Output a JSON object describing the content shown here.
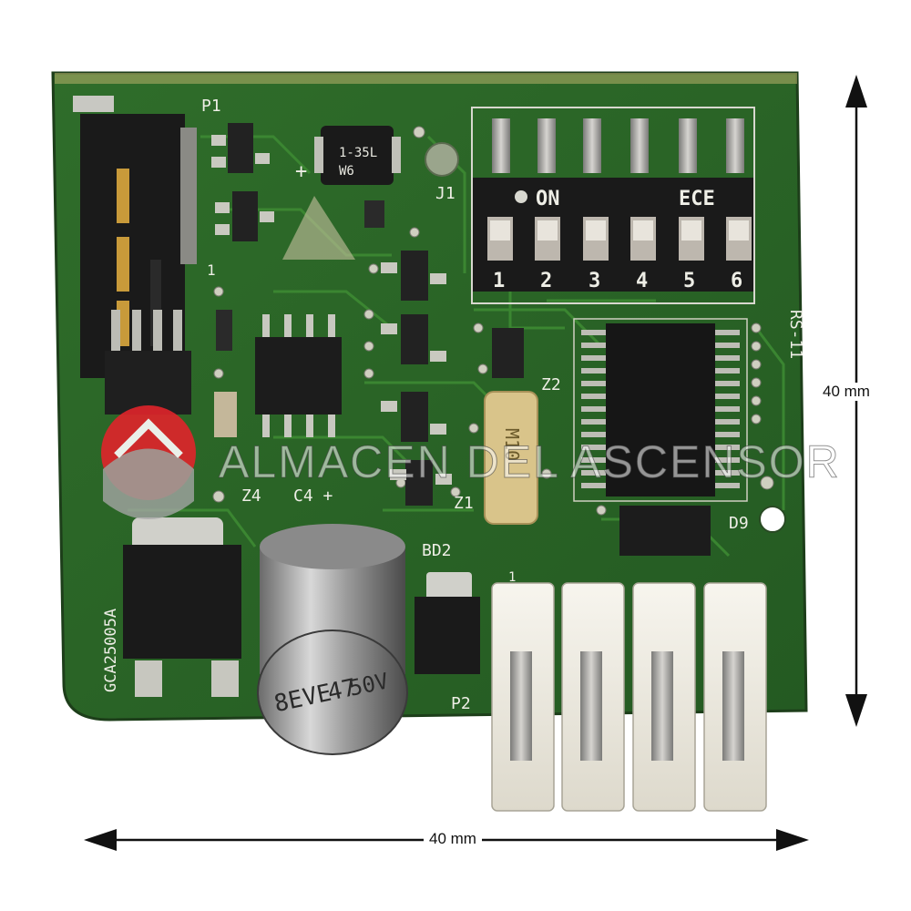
{
  "dimensions": {
    "width_label": "40 mm",
    "height_label": "40 mm"
  },
  "watermark": {
    "text": "ALMACEN DEL ASCENSOR"
  },
  "board": {
    "silkscreen": {
      "p1": "P1",
      "j1": "J1",
      "z2": "Z2",
      "z1": "Z1",
      "z4": "Z4",
      "c4": "C4 +",
      "bd2": "BD2",
      "p2": "P2",
      "d9": "D9",
      "rs11": "RS-11",
      "part_number": "GCA25005A",
      "pin1_top": "1",
      "pin1_connector": "1",
      "plus_c": "+"
    },
    "relay_label": {
      "line1": "1-35L",
      "line2": "W6"
    },
    "capacitor_text": {
      "line1": "8E",
      "line2": "VE",
      "line3": "47",
      "line4": "50V"
    },
    "crystal_text": "M10"
  },
  "dip_switch": {
    "on_label": "ON",
    "brand_label": "ECE",
    "positions": [
      "1",
      "2",
      "3",
      "4",
      "5",
      "6"
    ]
  }
}
